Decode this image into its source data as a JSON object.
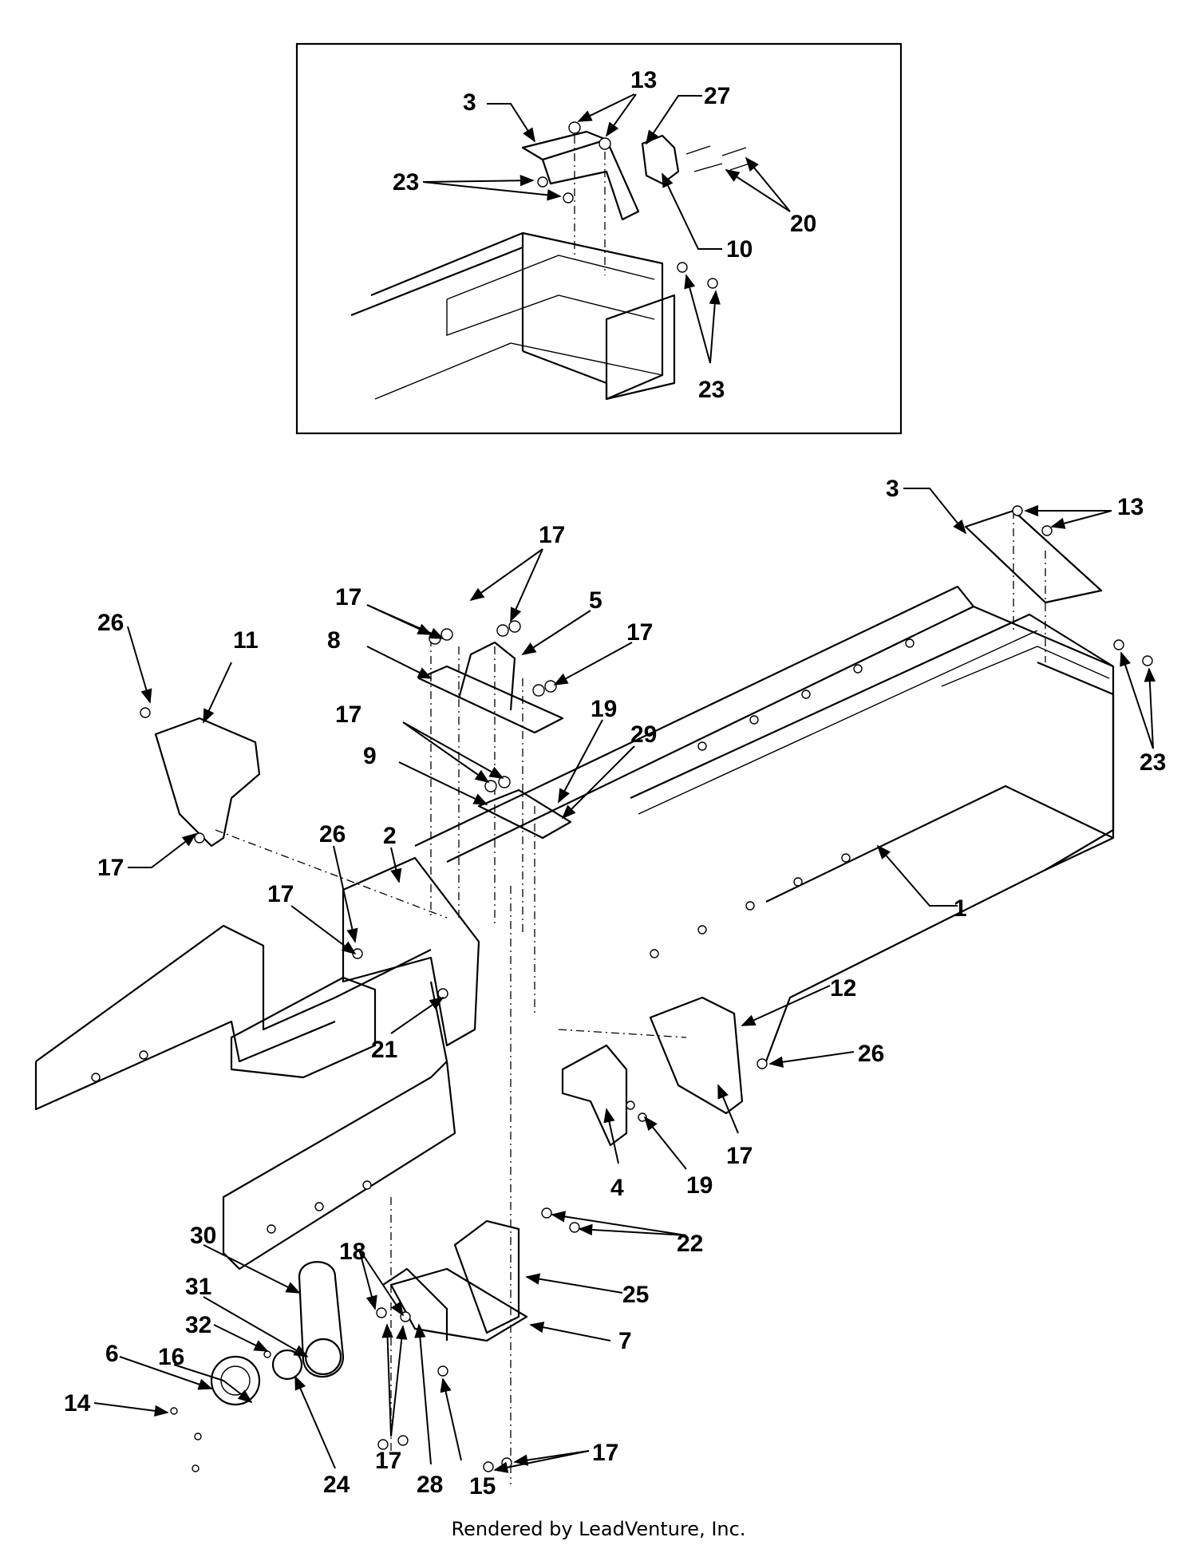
{
  "footer": "Rendered by LeadVenture, Inc.",
  "callouts": [
    "1",
    "2",
    "3",
    "4",
    "5",
    "6",
    "7",
    "8",
    "9",
    "10",
    "11",
    "12",
    "13",
    "14",
    "15",
    "16",
    "17",
    "18",
    "19",
    "20",
    "21",
    "22",
    "23",
    "24",
    "25",
    "26",
    "27",
    "28",
    "29",
    "30",
    "31",
    "32"
  ]
}
